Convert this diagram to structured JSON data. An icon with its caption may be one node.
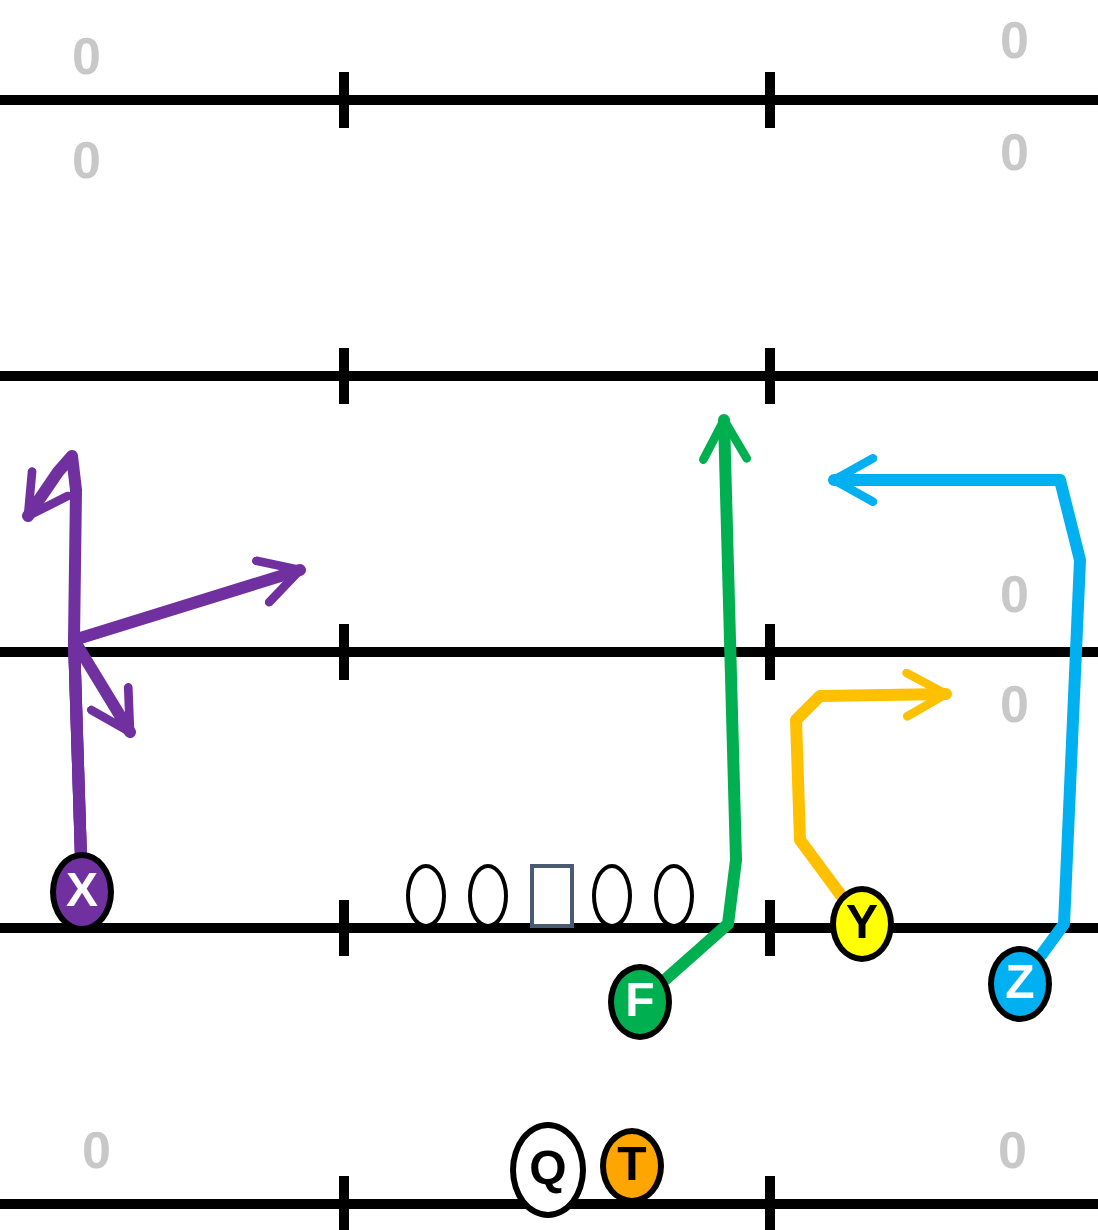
{
  "diagram": {
    "nodes": [
      {
        "text": [
          "X"
        ]
      },
      {
        "text": [],
        "shape": "circle"
      },
      {
        "text": [],
        "shape": "circle"
      },
      {
        "text": [],
        "shape": "box"
      },
      {
        "text": [],
        "shape": "circle"
      },
      {
        "text": [],
        "shape": "circle"
      },
      {
        "text": [
          "Y"
        ]
      },
      {
        "text": [
          "F"
        ]
      },
      {
        "text": [
          "Z"
        ]
      },
      {
        "text": [
          "T"
        ]
      },
      {
        "text": [
          "Q"
        ]
      }
    ],
    "edges": [
      {
        "from": 0,
        "to": null,
        "arrow": "to",
        "color": "#7030a0"
      },
      {
        "from": 0,
        "to": null,
        "arrow": "to",
        "color": "#7030a0"
      },
      {
        "from": 0,
        "to": null,
        "arrow": "to",
        "color": "#7030a0"
      },
      {
        "from": 7,
        "to": null,
        "arrow": "to",
        "color": "#00b050"
      },
      {
        "from": 6,
        "to": null,
        "arrow": "to",
        "color": "#ffc000"
      },
      {
        "from": 8,
        "to": null,
        "arrow": "to",
        "color": "#00b0f0"
      }
    ],
    "labels": [
      "0",
      "0",
      "0",
      "0",
      "0",
      "0",
      "0",
      "0"
    ]
  }
}
